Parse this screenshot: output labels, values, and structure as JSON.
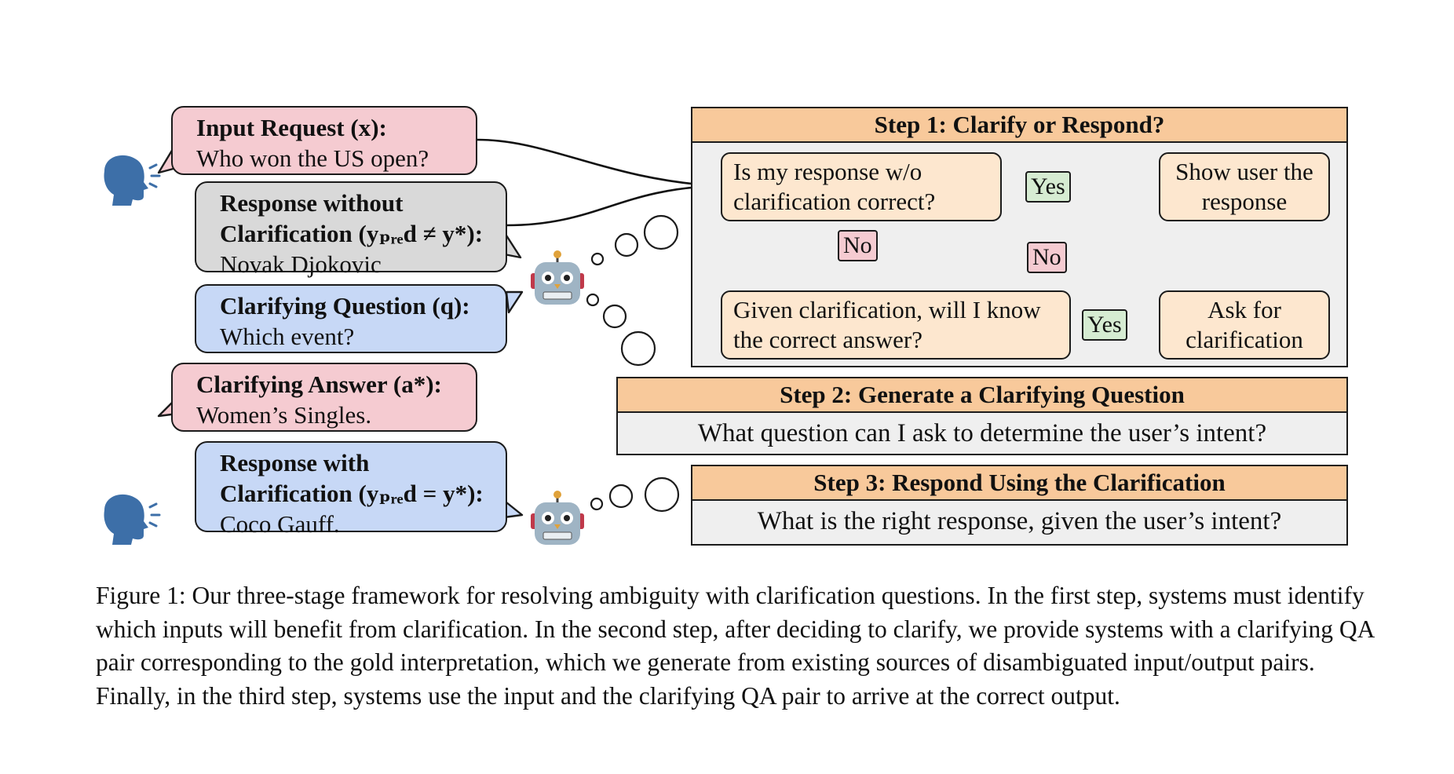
{
  "bubbles": {
    "input_request": {
      "title": "Input Request (x):",
      "body": "Who won the US open?"
    },
    "response_without": {
      "title_line1": "Response without",
      "title_line2": "Clarification (yₚᵣₑd ≠ y*):",
      "body": "Novak Djokovic"
    },
    "clarifying_question": {
      "title": "Clarifying Question (q):",
      "body": "Which event?"
    },
    "clarifying_answer": {
      "title": "Clarifying Answer (a*):",
      "body": "Women’s Singles."
    },
    "response_with": {
      "title_line1": "Response with",
      "title_line2": "Clarification (yₚᵣₑd = y*):",
      "body": "Coco Gauff."
    }
  },
  "step1": {
    "header": "Step 1: Clarify or Respond?",
    "node_correct": [
      "Is my response w/o",
      "clarification correct?"
    ],
    "node_show": [
      "Show user the",
      "response"
    ],
    "node_given": [
      "Given clarification, will I know",
      "the correct answer?"
    ],
    "node_ask": [
      "Ask for",
      "clarification"
    ],
    "tag_yes_top": "Yes",
    "tag_no_down": "No",
    "tag_no_diag": "No",
    "tag_yes_bottom": "Yes"
  },
  "step2": {
    "header": "Step 2: Generate a Clarifying Question",
    "question": "What question can I ask to determine the user’s intent?"
  },
  "step3": {
    "header": "Step 3: Respond Using the Clarification",
    "question": "What is the right response, given the user’s intent?"
  },
  "caption": "Figure 1: Our three-stage framework for resolving ambiguity with clarification questions. In the first step, systems must identify which inputs will benefit from clarification. In the second step, after deciding to clarify, we provide systems with a clarifying QA pair corresponding to the gold interpretation, which we generate from existing sources of disambiguated input/output pairs. Finally, in the third step, systems use the input and the clarifying QA pair to arrive at the correct output.",
  "icons": {
    "speaker": "speaking-head-icon",
    "robot": "robot-face-icon"
  },
  "colors": {
    "pink": "#f5cbd1",
    "gray": "#d9d9d9",
    "blue": "#c7d8f6",
    "header": "#f8c99b",
    "node": "#fde7cf",
    "yes": "#d6ecd2",
    "panel": "#efefef"
  }
}
